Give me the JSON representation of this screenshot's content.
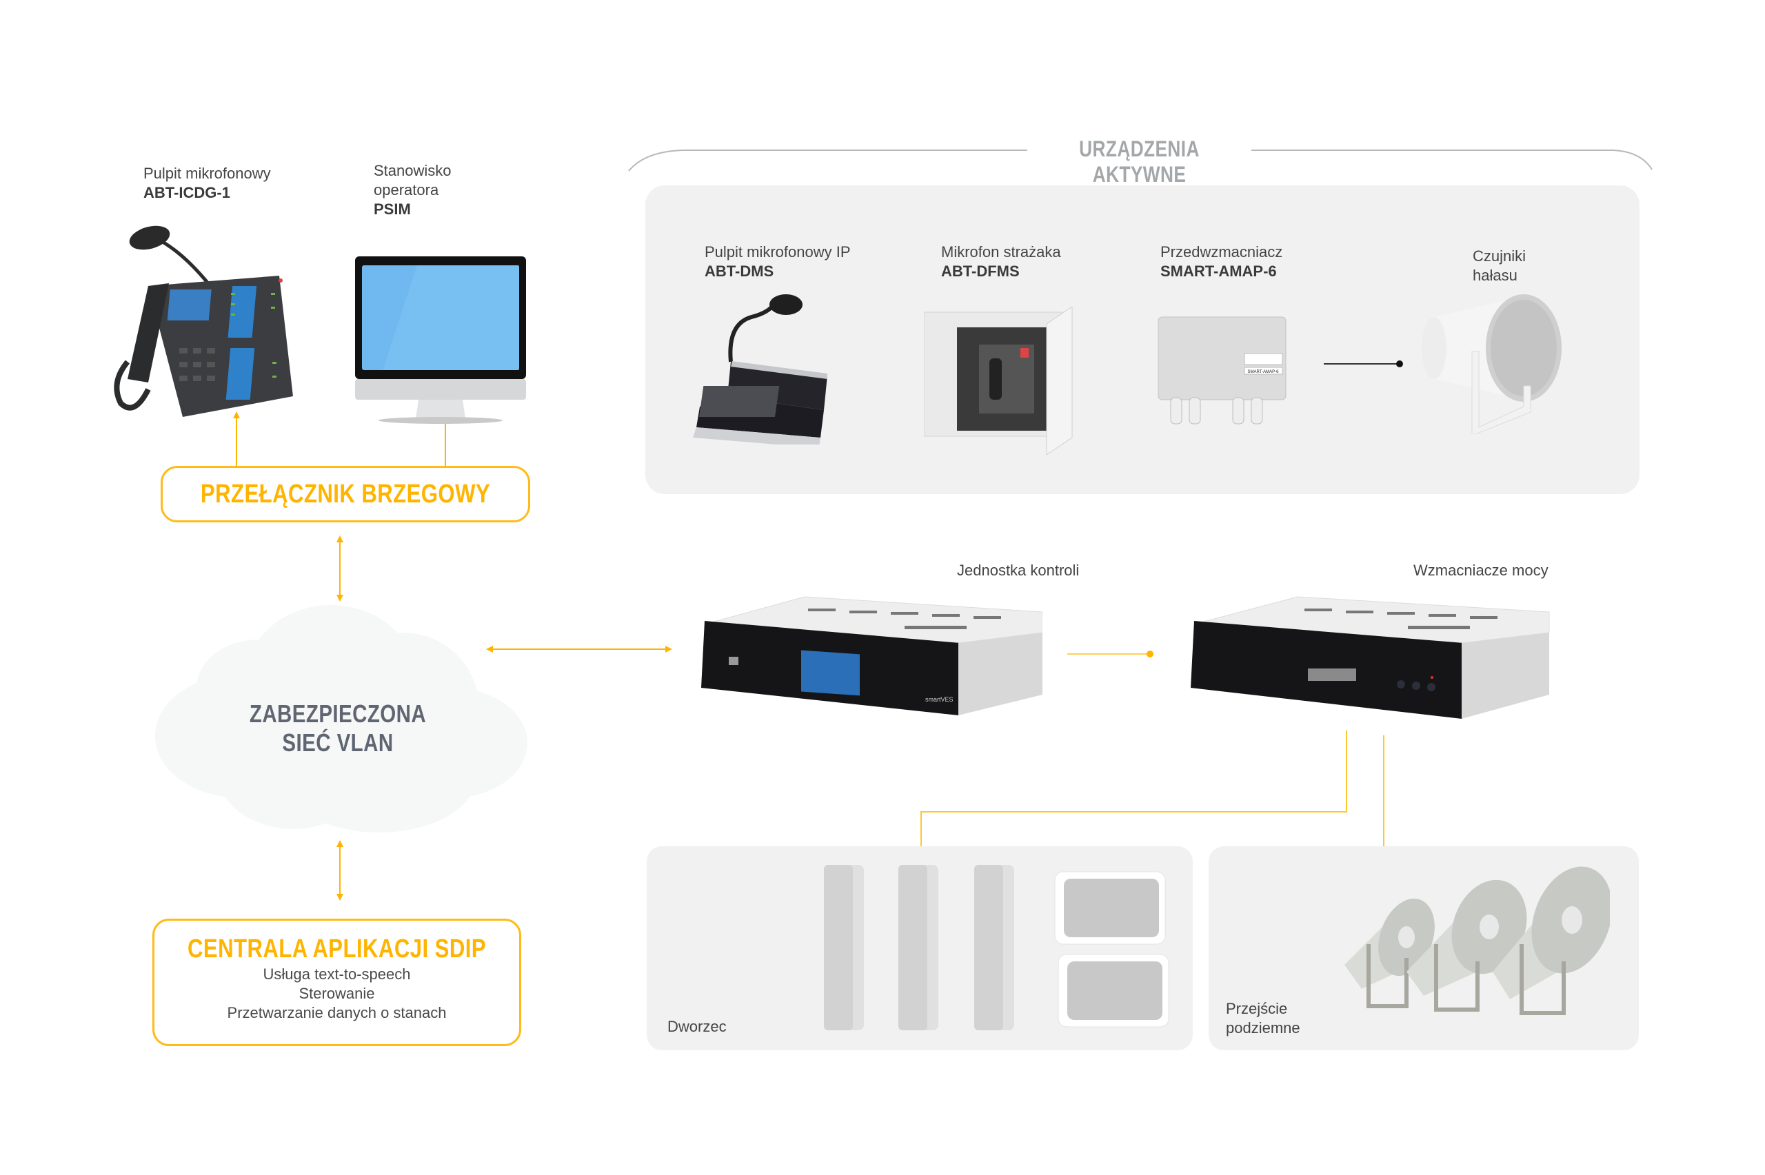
{
  "left_devices": [
    {
      "name": "Pulpit mikrofonowy",
      "model": "ABT-ICDG-1",
      "icon": "desk-ip-phone-microphone"
    },
    {
      "name_lines": [
        "Stanowisko",
        "operatora"
      ],
      "model": "PSIM",
      "icon": "monitor"
    }
  ],
  "edge_switch": {
    "label": "PRZEŁĄCZNIK BRZEGOWY"
  },
  "network": {
    "line1": "ZABEZPIECZONA",
    "line2": "SIEĆ VLAN",
    "icon": "cloud"
  },
  "sdip": {
    "title": "CENTRALA APLIKACJI SDIP",
    "services": [
      "Usługa text-to-speech",
      "Sterowanie",
      "Przetwarzanie danych o stanach"
    ]
  },
  "active_devices": {
    "title": "URZĄDZENIA AKTYWNE",
    "items": [
      {
        "name": "Pulpit mikrofonowy IP",
        "model": "ABT-DMS",
        "icon": "ip-microphone-console"
      },
      {
        "name": "Mikrofon strażaka",
        "model": "ABT-DFMS",
        "icon": "firefighter-microphone-cabinet"
      },
      {
        "name": "Przedwzmacniacz",
        "model": "SMART-AMAP-6",
        "icon": "preamplifier-box",
        "device_label": "SMART-AMAP-6"
      },
      {
        "name_lines": [
          "Czujniki",
          "hałasu"
        ],
        "icon": "noise-sensor-speaker"
      }
    ]
  },
  "control_unit": {
    "label": "Jednostka kontroli",
    "brand": "smartVES",
    "icon": "rack-control-unit"
  },
  "power_amps": {
    "label": "Wzmacniacze mocy",
    "icon": "rack-power-amplifier"
  },
  "zones": [
    {
      "label": "Dworzec",
      "icon": "column-and-ceiling-speakers"
    },
    {
      "label_lines": [
        "Przejście",
        "podziemne"
      ],
      "icon": "horn-speakers"
    }
  ],
  "colors": {
    "accent": "#ffb400",
    "panel": "#f1f1f1",
    "cloud_text": "#5f6672",
    "title_gray": "#a4a7aa"
  }
}
